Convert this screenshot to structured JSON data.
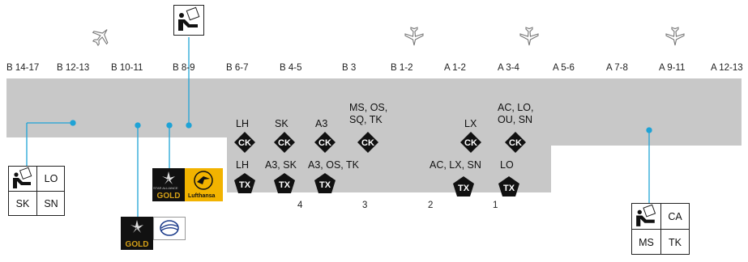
{
  "gates": [
    {
      "id": "b1417",
      "label": "B 14-17"
    },
    {
      "id": "b1213",
      "label": "B 12-13"
    },
    {
      "id": "b1011",
      "label": "B 10-11"
    },
    {
      "id": "b89",
      "label": "B 8-9"
    },
    {
      "id": "b67",
      "label": "B 6-7"
    },
    {
      "id": "b45",
      "label": "B 4-5"
    },
    {
      "id": "b3",
      "label": "B 3"
    },
    {
      "id": "b12",
      "label": "B 1-2"
    },
    {
      "id": "a12",
      "label": "A 1-2"
    },
    {
      "id": "a34",
      "label": "A 3-4"
    },
    {
      "id": "a56",
      "label": "A 5-6"
    },
    {
      "id": "a78",
      "label": "A 7-8"
    },
    {
      "id": "a911",
      "label": "A 9-11"
    },
    {
      "id": "a1213",
      "label": "A 12-13"
    }
  ],
  "checkin": [
    {
      "airlines": "LH"
    },
    {
      "airlines": "SK"
    },
    {
      "airlines": "A3"
    },
    {
      "airlines_l1": "MS, OS,",
      "airlines_l2": "SQ, TK"
    },
    {
      "airlines": "LX"
    },
    {
      "airlines_l1": "AC, LO,",
      "airlines_l2": "OU, SN"
    }
  ],
  "checkin_icon": "CK",
  "transfer": [
    {
      "airlines": "LH"
    },
    {
      "airlines": "A3, SK"
    },
    {
      "airlines": "A3, OS, TK"
    },
    {
      "airlines": "AC, LX, SN"
    },
    {
      "airlines": "LO"
    }
  ],
  "transfer_icon": "TX",
  "sections": [
    "4",
    "3",
    "2",
    "1"
  ],
  "lounge_left": {
    "cells": [
      "LO",
      "SK",
      "SN"
    ]
  },
  "lounge_right": {
    "cells": [
      "CA",
      "MS",
      "TK"
    ]
  },
  "badges": {
    "gold_label": "GOLD",
    "lufthansa_label": "Lufthansa",
    "star_alliance_label": "STAR ALLIANCE"
  },
  "colors": {
    "terminal": "#c8c8c8",
    "connector": "#1fa3d6",
    "icon_dark": "#111111",
    "gold": "#d4a017",
    "lufthansa_yellow": "#f2b300"
  }
}
